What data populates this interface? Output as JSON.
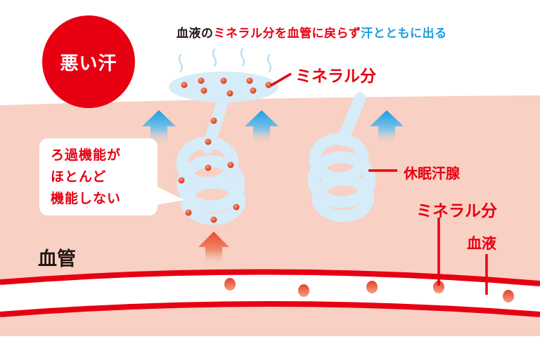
{
  "badge": {
    "label": "悪い汗",
    "color": "#e60012"
  },
  "headline": {
    "part1": "血液の",
    "part2": "ミネラル分を血管に戻らず",
    "part3": "汗とともに出る",
    "colors": {
      "dark": "#231815",
      "red": "#e60012",
      "blue": "#1a9ee0"
    }
  },
  "labels": {
    "mineral_top": "ミネラル分",
    "dormant_gland": "休眠汗腺",
    "mineral_bottom": "ミネラル分",
    "blood": "血液",
    "blood_vessel": "血管"
  },
  "callout": {
    "text": "ろ過機能が\nほとんど\n機能しない"
  },
  "icons": {
    "steam": "wavy-line-icon",
    "up_arrow_blue": "arrow-up-icon",
    "up_arrow_red": "arrow-up-icon"
  },
  "colors": {
    "skin": "#f9d0c4",
    "gland": "#d6ecf8",
    "vessel_wall": "#e60012",
    "mineral_dot": "#e8502c",
    "blue_arrow": "#1a9ee0",
    "red_arrow": "#ec5a3a"
  }
}
